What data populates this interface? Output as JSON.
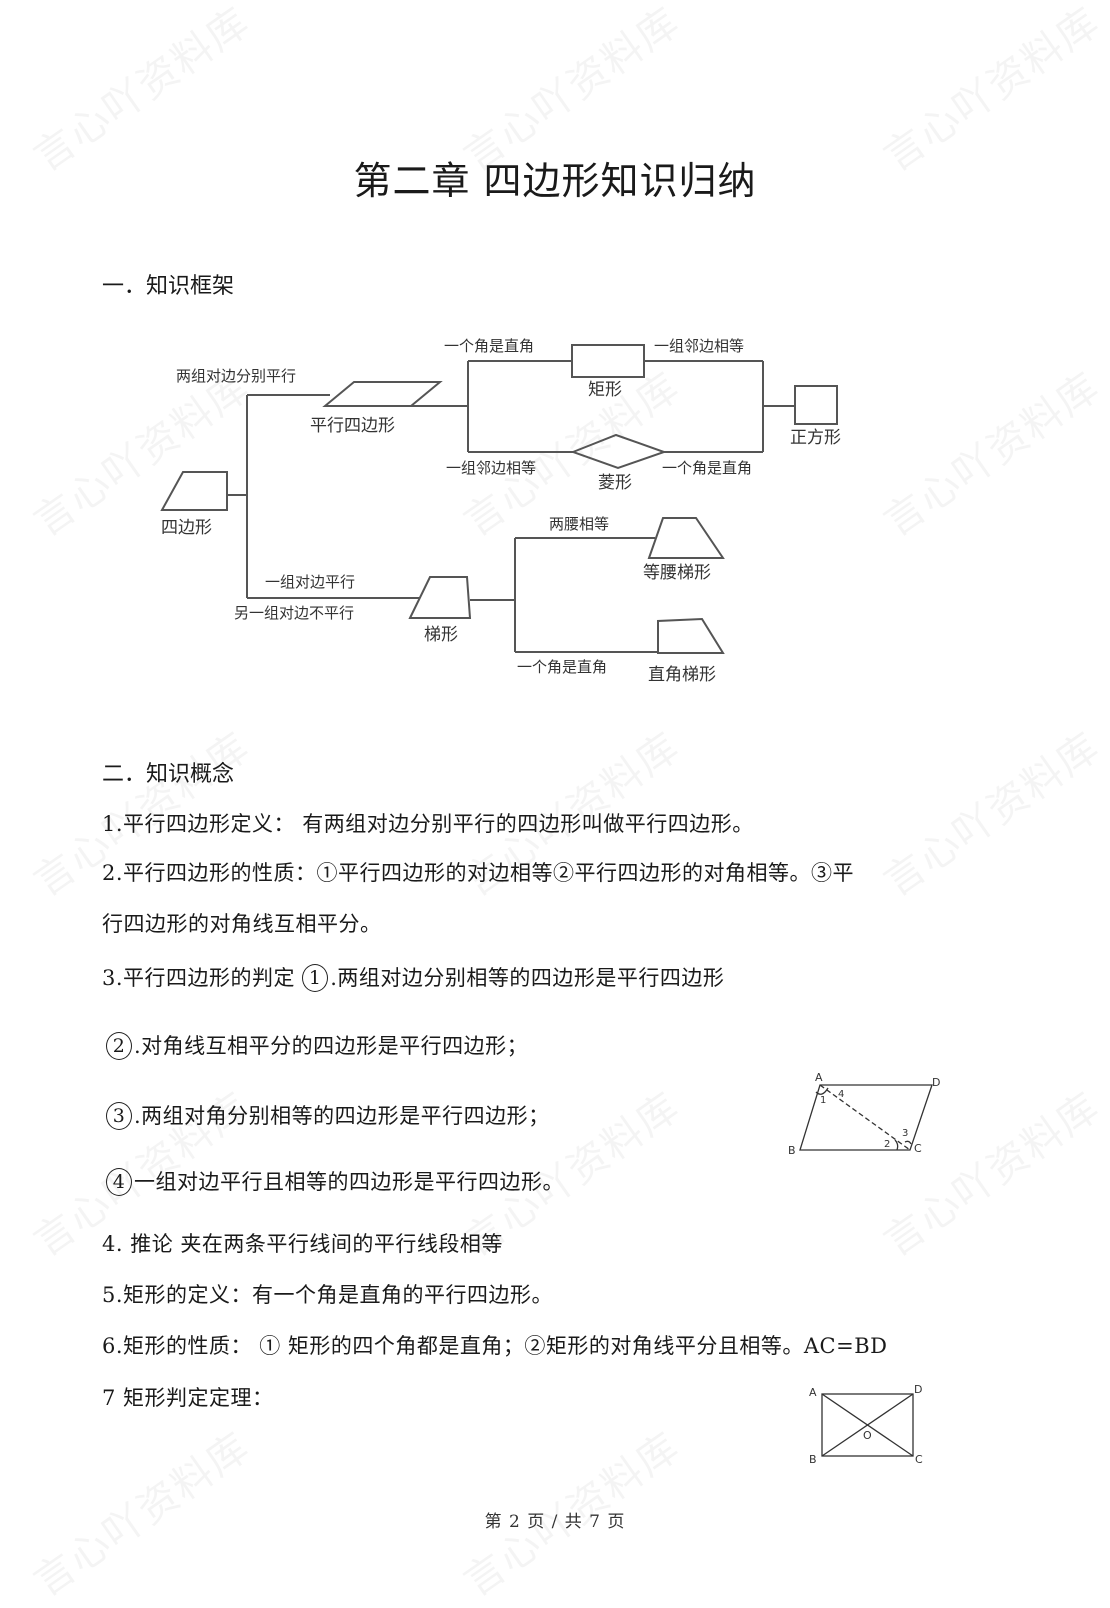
{
  "watermark": "言心吖资料库",
  "title": "第二章  四边形知识归纳",
  "sections": {
    "framework_heading": "一．知识框架",
    "concepts_heading": "二．知识概念"
  },
  "framework": {
    "nodes": {
      "quadrilateral": "四边形",
      "parallelogram": "平行四边形",
      "rectangle": "矩形",
      "rhombus": "菱形",
      "square": "正方形",
      "trapezoid": "梯形",
      "isosceles_trapezoid": "等腰梯形",
      "right_trapezoid": "直角梯形"
    },
    "edges": {
      "to_parallelogram": "两组对边分别平行",
      "to_rectangle": "一个角是直角",
      "rect_to_square": "一组邻边相等",
      "to_rhombus": "一组邻边相等",
      "rhombus_to_square": "一个角是直角",
      "to_trapezoid_1": "一组对边平行",
      "to_trapezoid_2": "另一组对边不平行",
      "to_isosceles": "两腰相等",
      "to_right_trapezoid": "一个角是直角"
    }
  },
  "concepts": {
    "item1": "1.平行四边形定义：    有两组对边分别平行的四边形叫做平行四边形。",
    "item2_line1": "2.平行四边形的性质：①平行四边形的对边相等②平行四边形的对角相等。③平",
    "item2_line2": "行四边形的对角线互相平分。",
    "item3_prefix": "3.平行四边形的判定 ",
    "item3_criteria": [
      {
        "num": "1",
        "text": ".两组对边分别相等的四边形是平行四边形"
      },
      {
        "num": "2",
        "text": ".对角线互相平分的四边形是平行四边形；"
      },
      {
        "num": "3",
        "text": ".两组对角分别相等的四边形是平行四边形；"
      },
      {
        "num": "4",
        "text": "一组对边平行且相等的四边形是平行四边形。"
      }
    ],
    "item4": "4.  推论 夹在两条平行线间的平行线段相等",
    "item5": "5.矩形的定义：有一个角是直角的平行四边形。",
    "item6": "6.矩形的性质：  ① 矩形的四个角都是直角；②矩形的对角线平分且相等。AC=BD",
    "item7": "7 矩形判定定理："
  },
  "figures": {
    "parallelogram_fig": {
      "vertices": [
        "A",
        "B",
        "C",
        "D"
      ],
      "angles": [
        "1",
        "2",
        "3",
        "4"
      ]
    },
    "rectangle_fig": {
      "vertices": [
        "A",
        "B",
        "C",
        "D"
      ],
      "center": "O"
    }
  },
  "footer": {
    "page_text": "第 2 页 / 共 7 页"
  }
}
